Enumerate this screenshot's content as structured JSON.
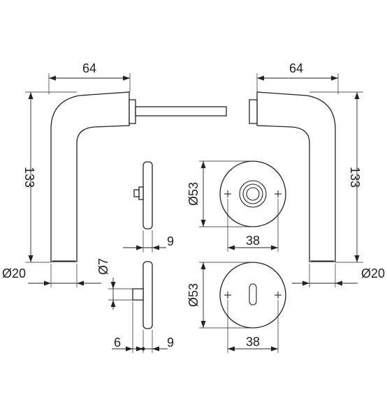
{
  "dimensions": {
    "handle_width_left": "64",
    "handle_width_right": "64",
    "handle_height_left": "133",
    "handle_height_right": "133",
    "grip_diameter_left": "Ø20",
    "grip_diameter_right": "Ø20",
    "rose_depth_upper": "9",
    "rose_depth_lower": "9",
    "pin_diameter": "Ø7",
    "pin_length": "6",
    "rose_diameter_upper": "Ø53",
    "rose_diameter_lower": "Ø53",
    "rose_center_upper": "38",
    "rose_center_lower": "38"
  }
}
